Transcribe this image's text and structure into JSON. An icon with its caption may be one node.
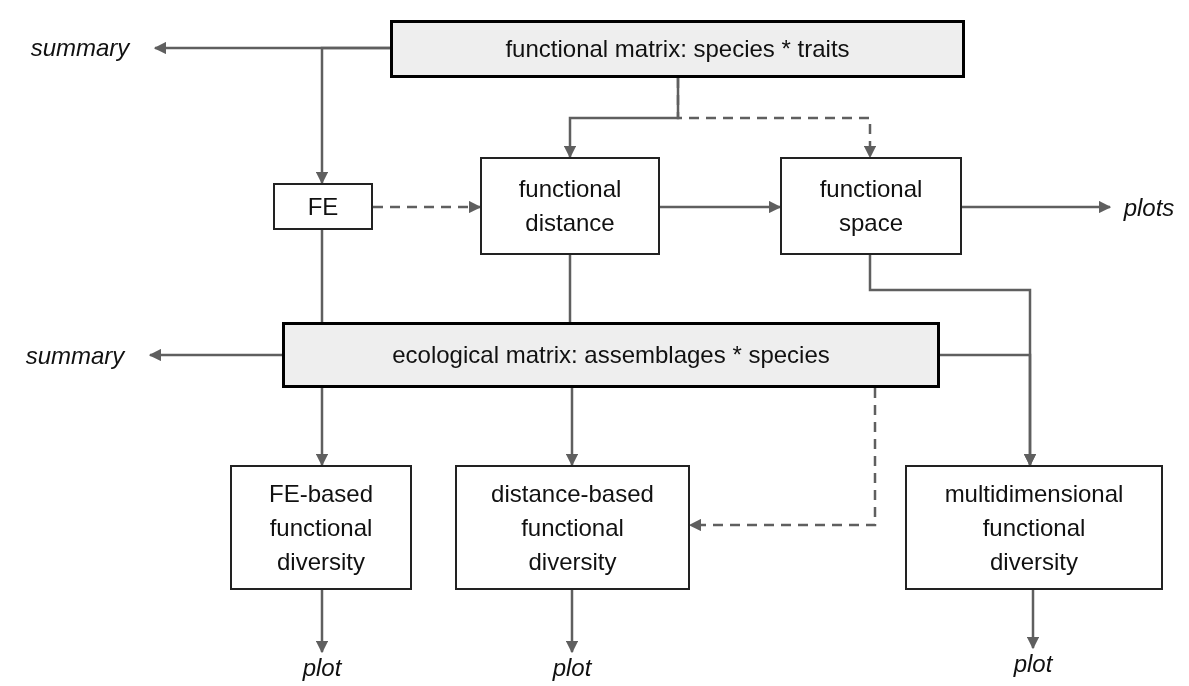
{
  "diagram": {
    "nodes": [
      {
        "text": [
          "functional matrix: species * traits"
        ]
      },
      {
        "text": [
          "summary"
        ]
      },
      {
        "text": [
          "FE"
        ]
      },
      {
        "text": [
          "functional distance"
        ]
      },
      {
        "text": [
          "functional space"
        ]
      },
      {
        "text": [
          "plots"
        ]
      },
      {
        "text": [
          "ecological matrix:  assemblages * species"
        ]
      },
      {
        "text": [
          "summary"
        ]
      },
      {
        "text": [
          "FE-based functional diversity"
        ]
      },
      {
        "text": [
          "distance-based functional diversity"
        ]
      },
      {
        "text": [
          "multidimensional functional diversity"
        ]
      },
      {
        "text": [
          "plot"
        ]
      },
      {
        "text": [
          "plot"
        ]
      },
      {
        "text": [
          "plot"
        ]
      }
    ],
    "edges": [
      {
        "from": 0,
        "to": 1,
        "arrow": "to"
      },
      {
        "from": 0,
        "to": 2,
        "arrow": "to"
      },
      {
        "from": 0,
        "to": 3,
        "arrow": "to"
      },
      {
        "from": 0,
        "to": 4,
        "arrow": "to",
        "style": "dashed"
      },
      {
        "from": 2,
        "to": 3,
        "arrow": "to",
        "style": "dashed"
      },
      {
        "from": 3,
        "to": 4,
        "arrow": "to"
      },
      {
        "from": 4,
        "to": 5,
        "arrow": "to"
      },
      {
        "from": 2,
        "to": 6,
        "arrow": "none"
      },
      {
        "from": 3,
        "to": 6,
        "arrow": "none"
      },
      {
        "from": 4,
        "to": 10,
        "arrow": "to"
      },
      {
        "from": 6,
        "to": 10,
        "arrow": "to"
      },
      {
        "from": 6,
        "to": 7,
        "arrow": "to"
      },
      {
        "from": 6,
        "to": 8,
        "arrow": "to"
      },
      {
        "from": 6,
        "to": 9,
        "arrow": "to"
      },
      {
        "from": 6,
        "to": 9,
        "arrow": "to",
        "style": "dashed"
      },
      {
        "from": 8,
        "to": 11,
        "arrow": "to"
      },
      {
        "from": 9,
        "to": 12,
        "arrow": "to"
      },
      {
        "from": 10,
        "to": 13,
        "arrow": "to"
      }
    ]
  }
}
